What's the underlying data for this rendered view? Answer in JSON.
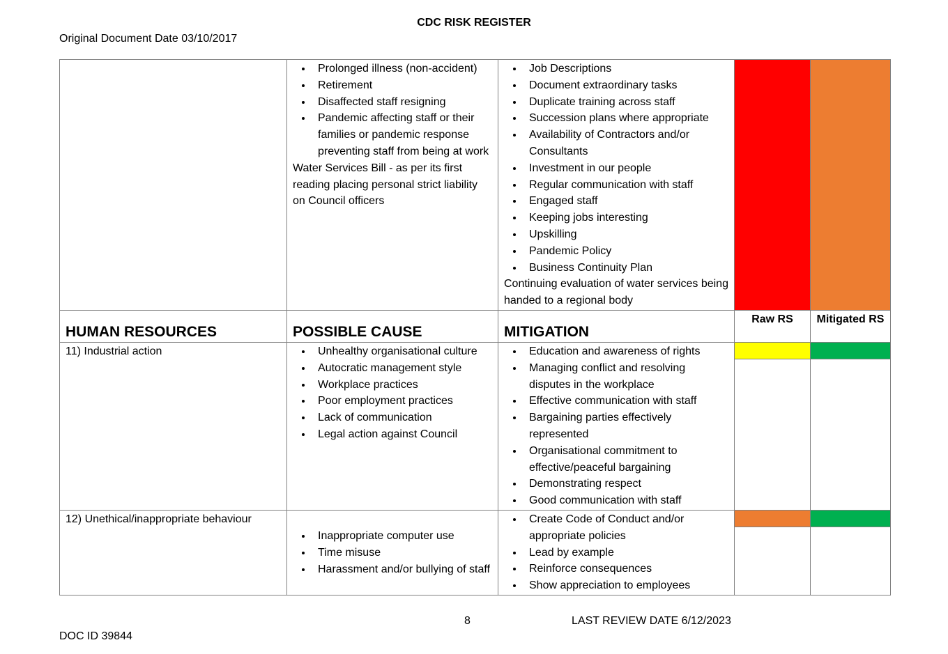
{
  "header": {
    "title": "CDC RISK REGISTER",
    "original_date": "Original Document Date 03/10/2017"
  },
  "footer": {
    "page": "8",
    "last_review": "LAST REVIEW DATE 6/12/2023",
    "doc_id": "DOC ID 39844"
  },
  "colors": {
    "red": "#FF0000",
    "orange": "#ED7D31",
    "yellow": "#FFFF00",
    "green": "#00B050"
  },
  "continued": {
    "causes": [
      "Prolonged illness (non-accident)",
      "Retirement",
      "Disaffected staff resigning",
      "Pandemic affecting staff or their families or pandemic response preventing staff from being at work"
    ],
    "cause_note": "Water Services Bill - as per its first reading placing personal strict liability on Council officers",
    "mitigations": [
      "Job Descriptions",
      "Document extraordinary tasks",
      "Duplicate training across staff",
      "Succession plans where appropriate",
      "Availability of Contractors and/or Consultants",
      "Investment in our people",
      "Regular communication with staff",
      "Engaged staff",
      "Keeping jobs interesting",
      "Upskilling",
      "Pandemic Policy",
      "Business Continuity Plan"
    ],
    "mitigation_note": "Continuing evaluation of water services being handed to a regional body",
    "raw_rs": "red",
    "mitigated_rs": "orange"
  },
  "section": {
    "title": "HUMAN RESOURCES",
    "cause_header": "POSSIBLE CAUSE",
    "mitigation_header": "MITIGATION",
    "raw_header": "Raw RS",
    "mitigated_header": "Mitigated RS"
  },
  "risks": [
    {
      "name": "11) Industrial action",
      "causes": [
        "Unhealthy organisational culture",
        "Autocratic management style",
        "Workplace practices",
        "Poor employment practices",
        "Lack of communication",
        "Legal action against Council"
      ],
      "mitigations": [
        "Education and awareness of rights",
        "Managing conflict and resolving disputes in the workplace",
        "Effective communication with staff",
        "Bargaining parties effectively represented",
        "Organisational commitment to effective/peaceful bargaining",
        "Demonstrating respect",
        "Good communication with staff"
      ],
      "raw_rs": "yellow",
      "mitigated_rs": "green"
    },
    {
      "name": "12) Unethical/inappropriate behaviour",
      "causes": [
        "Inappropriate computer use",
        "Time misuse",
        "Harassment and/or bullying of staff"
      ],
      "mitigations": [
        "Create Code of Conduct and/or appropriate policies",
        "Lead by example",
        "Reinforce consequences",
        "Show appreciation to employees"
      ],
      "raw_rs": "orange",
      "mitigated_rs": "green"
    }
  ]
}
